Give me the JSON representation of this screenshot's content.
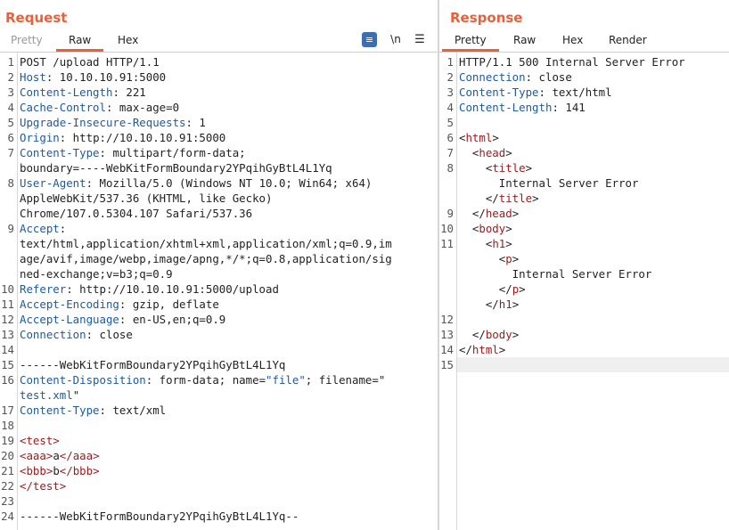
{
  "request": {
    "title": "Request",
    "tabs": [
      "Pretty",
      "Raw",
      "Hex"
    ],
    "active_tab": "Raw",
    "toolbar": {
      "wrap_icon": "wrap-lines-icon",
      "newline_label": "\\n",
      "menu_icon": "hamburger-menu-icon"
    },
    "lines": [
      {
        "n": "1",
        "parts": [
          {
            "t": "POST /upload HTTP/1.1",
            "c": ""
          }
        ]
      },
      {
        "n": "2",
        "parts": [
          {
            "t": "Host",
            "c": "k"
          },
          {
            "t": ": 10.10.10.91:5000",
            "c": ""
          }
        ]
      },
      {
        "n": "3",
        "parts": [
          {
            "t": "Content-Length",
            "c": "k"
          },
          {
            "t": ": 221",
            "c": ""
          }
        ]
      },
      {
        "n": "4",
        "parts": [
          {
            "t": "Cache-Control",
            "c": "k"
          },
          {
            "t": ": max-age=0",
            "c": ""
          }
        ]
      },
      {
        "n": "5",
        "parts": [
          {
            "t": "Upgrade-Insecure-Requests",
            "c": "k"
          },
          {
            "t": ": 1",
            "c": ""
          }
        ]
      },
      {
        "n": "6",
        "parts": [
          {
            "t": "Origin",
            "c": "k"
          },
          {
            "t": ": http://10.10.10.91:5000",
            "c": ""
          }
        ]
      },
      {
        "n": "7",
        "parts": [
          {
            "t": "Content-Type",
            "c": "k"
          },
          {
            "t": ": multipart/form-data;",
            "c": ""
          }
        ]
      },
      {
        "n": "",
        "parts": [
          {
            "t": "boundary=----WebKitFormBoundary2YPqihGyBtL4L1Yq",
            "c": ""
          }
        ]
      },
      {
        "n": "8",
        "parts": [
          {
            "t": "User-Agent",
            "c": "k"
          },
          {
            "t": ": Mozilla/5.0 (Windows NT 10.0; Win64; x64)",
            "c": ""
          }
        ]
      },
      {
        "n": "",
        "parts": [
          {
            "t": "AppleWebKit/537.36 (KHTML, like Gecko)",
            "c": ""
          }
        ]
      },
      {
        "n": "",
        "parts": [
          {
            "t": "Chrome/107.0.5304.107 Safari/537.36",
            "c": ""
          }
        ]
      },
      {
        "n": "9",
        "parts": [
          {
            "t": "Accept",
            "c": "k"
          },
          {
            "t": ":",
            "c": ""
          }
        ]
      },
      {
        "n": "",
        "parts": [
          {
            "t": "text/html,application/xhtml+xml,application/xml;q=0.9,im",
            "c": ""
          }
        ]
      },
      {
        "n": "",
        "parts": [
          {
            "t": "age/avif,image/webp,image/apng,*/*;q=0.8,application/sig",
            "c": ""
          }
        ]
      },
      {
        "n": "",
        "parts": [
          {
            "t": "ned-exchange;v=b3;q=0.9",
            "c": ""
          }
        ]
      },
      {
        "n": "10",
        "parts": [
          {
            "t": "Referer",
            "c": "k"
          },
          {
            "t": ": http://10.10.10.91:5000/upload",
            "c": ""
          }
        ]
      },
      {
        "n": "11",
        "parts": [
          {
            "t": "Accept-Encoding",
            "c": "k"
          },
          {
            "t": ": gzip, deflate",
            "c": ""
          }
        ]
      },
      {
        "n": "12",
        "parts": [
          {
            "t": "Accept-Language",
            "c": "k"
          },
          {
            "t": ": en-US,en;q=0.9",
            "c": ""
          }
        ]
      },
      {
        "n": "13",
        "parts": [
          {
            "t": "Connection",
            "c": "k"
          },
          {
            "t": ": close",
            "c": ""
          }
        ]
      },
      {
        "n": "14",
        "parts": []
      },
      {
        "n": "15",
        "parts": [
          {
            "t": "------WebKitFormBoundary2YPqihGyBtL4L1Yq",
            "c": ""
          }
        ]
      },
      {
        "n": "16",
        "parts": [
          {
            "t": "Content-Disposition",
            "c": "k"
          },
          {
            "t": ": form-data; name=",
            "c": ""
          },
          {
            "t": "\"file\"",
            "c": "s"
          },
          {
            "t": "; filename=\"",
            "c": ""
          }
        ]
      },
      {
        "n": "",
        "parts": [
          {
            "t": "test.xml",
            "c": "s"
          },
          {
            "t": "\"",
            "c": ""
          }
        ]
      },
      {
        "n": "17",
        "parts": [
          {
            "t": "Content-Type",
            "c": "k"
          },
          {
            "t": ": text/xml",
            "c": ""
          }
        ]
      },
      {
        "n": "18",
        "parts": []
      },
      {
        "n": "19",
        "parts": [
          {
            "t": "<test>",
            "c": "t"
          }
        ]
      },
      {
        "n": "20",
        "parts": [
          {
            "t": "<aaa>",
            "c": "t"
          },
          {
            "t": "a",
            "c": ""
          },
          {
            "t": "</aaa>",
            "c": "t"
          }
        ]
      },
      {
        "n": "21",
        "parts": [
          {
            "t": "<bbb>",
            "c": "t"
          },
          {
            "t": "b",
            "c": ""
          },
          {
            "t": "</bbb>",
            "c": "t"
          }
        ]
      },
      {
        "n": "22",
        "parts": [
          {
            "t": "</test>",
            "c": "t"
          }
        ]
      },
      {
        "n": "23",
        "parts": []
      },
      {
        "n": "24",
        "parts": [
          {
            "t": "------WebKitFormBoundary2YPqihGyBtL4L1Yq--",
            "c": ""
          }
        ]
      }
    ]
  },
  "response": {
    "title": "Response",
    "tabs": [
      "Pretty",
      "Raw",
      "Hex",
      "Render"
    ],
    "active_tab": "Pretty",
    "lines": [
      {
        "n": "1",
        "parts": [
          {
            "t": "HTTP/1.1 500 Internal Server Error",
            "c": ""
          }
        ]
      },
      {
        "n": "2",
        "parts": [
          {
            "t": "Connection",
            "c": "k"
          },
          {
            "t": ": close",
            "c": ""
          }
        ]
      },
      {
        "n": "3",
        "parts": [
          {
            "t": "Content-Type",
            "c": "k"
          },
          {
            "t": ": text/html",
            "c": ""
          }
        ]
      },
      {
        "n": "4",
        "parts": [
          {
            "t": "Content-Length",
            "c": "k"
          },
          {
            "t": ": 141",
            "c": ""
          }
        ]
      },
      {
        "n": "5",
        "parts": []
      },
      {
        "n": "6",
        "parts": [
          {
            "t": "<",
            "c": ""
          },
          {
            "t": "html",
            "c": "t"
          },
          {
            "t": ">",
            "c": ""
          }
        ]
      },
      {
        "n": "7",
        "parts": [
          {
            "t": "  <",
            "c": ""
          },
          {
            "t": "head",
            "c": "t"
          },
          {
            "t": ">",
            "c": ""
          }
        ]
      },
      {
        "n": "8",
        "parts": [
          {
            "t": "    <",
            "c": ""
          },
          {
            "t": "title",
            "c": "t"
          },
          {
            "t": ">",
            "c": ""
          }
        ]
      },
      {
        "n": "",
        "parts": [
          {
            "t": "      Internal Server Error",
            "c": ""
          }
        ]
      },
      {
        "n": "",
        "parts": [
          {
            "t": "    </",
            "c": ""
          },
          {
            "t": "title",
            "c": "t"
          },
          {
            "t": ">",
            "c": ""
          }
        ]
      },
      {
        "n": "9",
        "parts": [
          {
            "t": "  </",
            "c": ""
          },
          {
            "t": "head",
            "c": "t"
          },
          {
            "t": ">",
            "c": ""
          }
        ]
      },
      {
        "n": "10",
        "parts": [
          {
            "t": "  <",
            "c": ""
          },
          {
            "t": "body",
            "c": "t"
          },
          {
            "t": ">",
            "c": ""
          }
        ]
      },
      {
        "n": "11",
        "parts": [
          {
            "t": "    <",
            "c": ""
          },
          {
            "t": "h1",
            "c": "t"
          },
          {
            "t": ">",
            "c": ""
          }
        ]
      },
      {
        "n": "",
        "parts": [
          {
            "t": "      <",
            "c": ""
          },
          {
            "t": "p",
            "c": "t"
          },
          {
            "t": ">",
            "c": ""
          }
        ]
      },
      {
        "n": "",
        "parts": [
          {
            "t": "        Internal Server Error",
            "c": ""
          }
        ]
      },
      {
        "n": "",
        "parts": [
          {
            "t": "      </",
            "c": ""
          },
          {
            "t": "p",
            "c": "t"
          },
          {
            "t": ">",
            "c": ""
          }
        ]
      },
      {
        "n": "",
        "parts": [
          {
            "t": "    </",
            "c": ""
          },
          {
            "t": "h1",
            "c": "t"
          },
          {
            "t": ">",
            "c": ""
          }
        ]
      },
      {
        "n": "12",
        "parts": []
      },
      {
        "n": "13",
        "parts": [
          {
            "t": "  </",
            "c": ""
          },
          {
            "t": "body",
            "c": "t"
          },
          {
            "t": ">",
            "c": ""
          }
        ]
      },
      {
        "n": "14",
        "parts": [
          {
            "t": "</",
            "c": ""
          },
          {
            "t": "html",
            "c": "t"
          },
          {
            "t": ">",
            "c": ""
          }
        ]
      },
      {
        "n": "15",
        "parts": []
      }
    ]
  },
  "colors": {
    "accent": "#e8613b",
    "keyword": "#1d5a9e",
    "tag": "#9a1b1b",
    "wrap_icon_bg": "#3d6fb0"
  }
}
